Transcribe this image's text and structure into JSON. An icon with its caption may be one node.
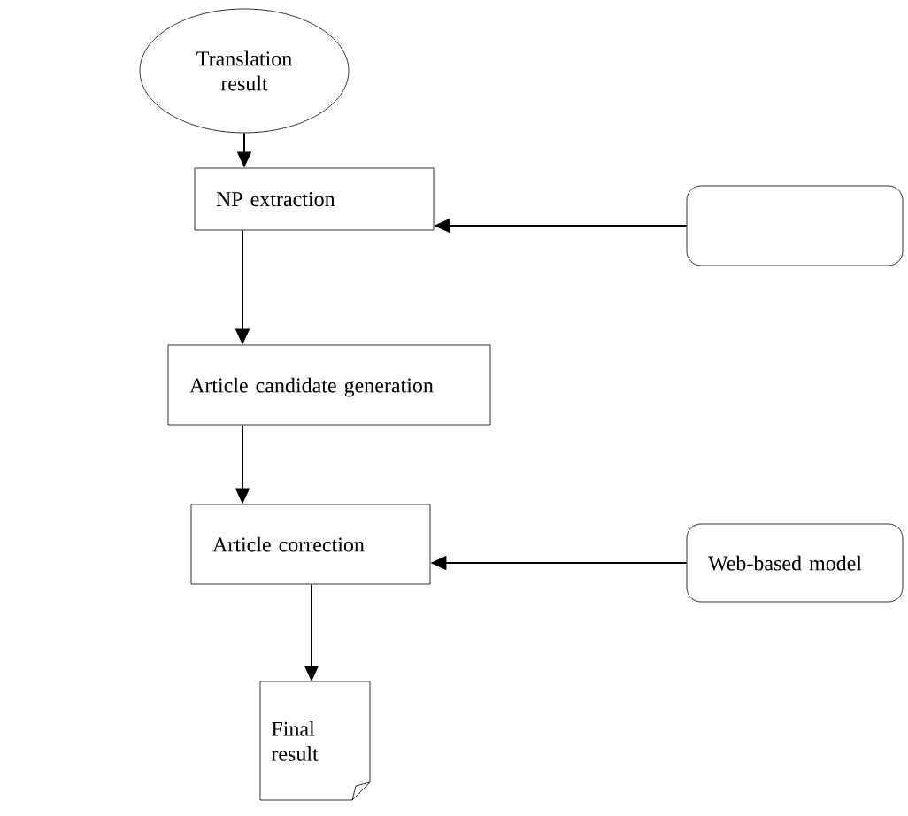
{
  "diagram": {
    "nodes": [
      {
        "text": [
          "Translation result"
        ]
      },
      {
        "text": [
          "NP extraction"
        ]
      },
      {
        "text": [],
        "shape": "box"
      },
      {
        "text": [
          "Article candidate generation"
        ]
      },
      {
        "text": [
          "Article correction"
        ]
      },
      {
        "text": [
          "Web-based model"
        ]
      },
      {
        "text": [
          "Final result"
        ]
      }
    ],
    "edges": [
      {
        "from": 0,
        "to": 1,
        "arrow": "to"
      },
      {
        "from": 2,
        "to": 1,
        "arrow": "to"
      },
      {
        "from": 1,
        "to": 3,
        "arrow": "to"
      },
      {
        "from": 3,
        "to": 4,
        "arrow": "to"
      },
      {
        "from": 5,
        "to": 4,
        "arrow": "to"
      },
      {
        "from": 4,
        "to": 6,
        "arrow": "to"
      }
    ]
  }
}
